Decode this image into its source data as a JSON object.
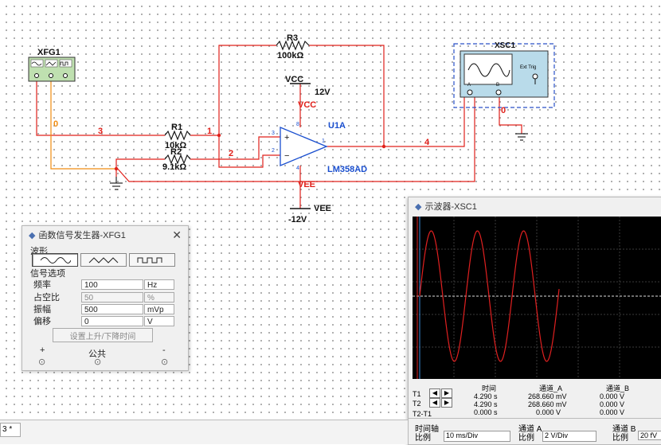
{
  "schematic": {
    "xfg_ref": "XFG1",
    "xsc_ref": "XSC1",
    "ext_trig": "Ext Trig",
    "a_pin": "A",
    "b_pin": "B",
    "r3_ref": "R3",
    "r3_val": "100kΩ",
    "r1_ref": "R1",
    "r1_val": "10kΩ",
    "r2_ref": "R2",
    "r2_val": "9.1kΩ",
    "vcc_top": "VCC",
    "vcc_volt": "12V",
    "vcc_pin": "VCC",
    "vee_pin": "VEE",
    "vee_label": "VEE",
    "vee_volt": "-12V",
    "opamp_ref": "U1A",
    "opamp_model": "LM358AD",
    "pin8": "8",
    "pin4": "4",
    "pin3": "3",
    "pin2": "2",
    "pin1": "1",
    "node_0a": "0",
    "node_0b": "0",
    "node_3": "3",
    "node_1": "1",
    "node_2": "2",
    "node_4": "4",
    "colors": {
      "wire": "#e0201a",
      "wire_orange": "#f08c10",
      "wire_dark": "#222222",
      "refdes": "#1a4fcf",
      "selection": "#2a52c8"
    }
  },
  "function_generator": {
    "title": "函数信号发生器-XFG1",
    "waveform_group": "波形",
    "waveforms": [
      "sine-wave-icon",
      "triangle-wave-icon",
      "square-wave-icon"
    ],
    "selected_waveform": "sine",
    "options_group": "信号选项",
    "fields": [
      {
        "name": "频率",
        "value": "100",
        "unit": "Hz",
        "enabled": true
      },
      {
        "name": "占空比",
        "value": "50",
        "unit": "%",
        "enabled": false
      },
      {
        "name": "振幅",
        "value": "500",
        "unit": "mVp",
        "enabled": true
      },
      {
        "name": "偏移",
        "value": "0",
        "unit": "V",
        "enabled": true
      }
    ],
    "rise_fall_button": "设置上升/下降时间",
    "terminal_plus": "+",
    "terminal_common": "公共",
    "terminal_minus": "-"
  },
  "oscilloscope": {
    "title": "示波器-XSC1",
    "trace_color": "#e02020",
    "table": {
      "headers": [
        "时间",
        "通道_A",
        "通道_B"
      ],
      "rows": [
        {
          "label": "T1",
          "time": "4.290 s",
          "a": "268.660 mV",
          "b": "0.000 V"
        },
        {
          "label": "T2",
          "time": "4.290 s",
          "a": "268.660 mV",
          "b": "0.000 V"
        },
        {
          "label": "T2-T1",
          "time": "0.000 s",
          "a": "0.000 V",
          "b": "0.000 V"
        }
      ]
    },
    "timebase_label": "时间轴",
    "timebase_scale_label": "比例",
    "timebase_scale": "10 ms/Div",
    "channel_a_label": "通道 A",
    "channel_a_scale_label": "比例",
    "channel_a_scale": "2 V/Div",
    "channel_b_label": "通道 B",
    "channel_b_scale_label": "比例",
    "channel_b_scale": "20 fV"
  },
  "taskbar": {
    "tab_label": "3 *"
  }
}
